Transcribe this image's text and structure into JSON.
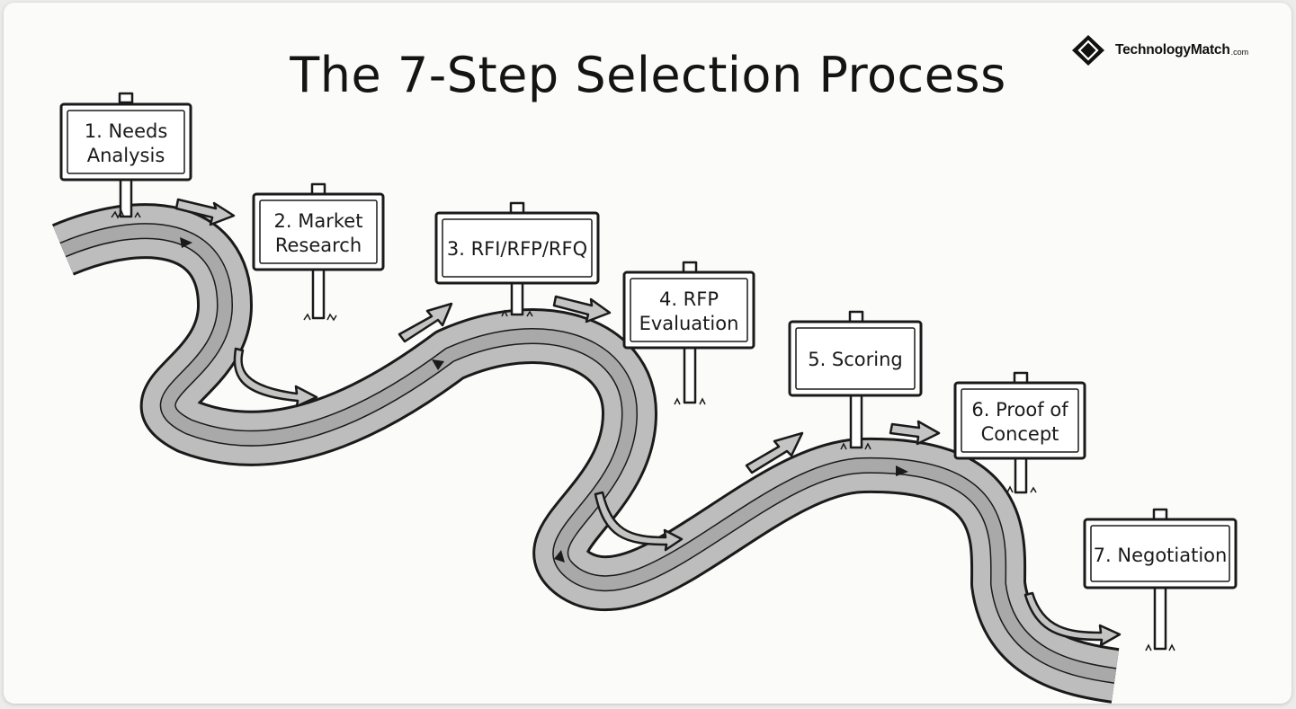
{
  "title": "The 7-Step Selection Process",
  "brand": {
    "name": "TechnologyMatch",
    "tld": ".com",
    "icon": "diamond-logo-icon"
  },
  "steps": [
    {
      "lines": [
        "1. Needs",
        "Analysis"
      ]
    },
    {
      "lines": [
        "2. Market",
        "Research"
      ]
    },
    {
      "lines": [
        "3. RFI/RFP/RFQ"
      ]
    },
    {
      "lines": [
        "4. RFP",
        "Evaluation"
      ]
    },
    {
      "lines": [
        "5. Scoring"
      ]
    },
    {
      "lines": [
        "6. Proof of",
        "Concept"
      ]
    },
    {
      "lines": [
        "7. Negotiation"
      ]
    }
  ],
  "colors": {
    "ink": "#1a1a1a",
    "road": "#b9b9b9",
    "sign_fill": "#ffffff",
    "arrow_fill": "#c4c4c4",
    "background": "#fbfbf9"
  }
}
